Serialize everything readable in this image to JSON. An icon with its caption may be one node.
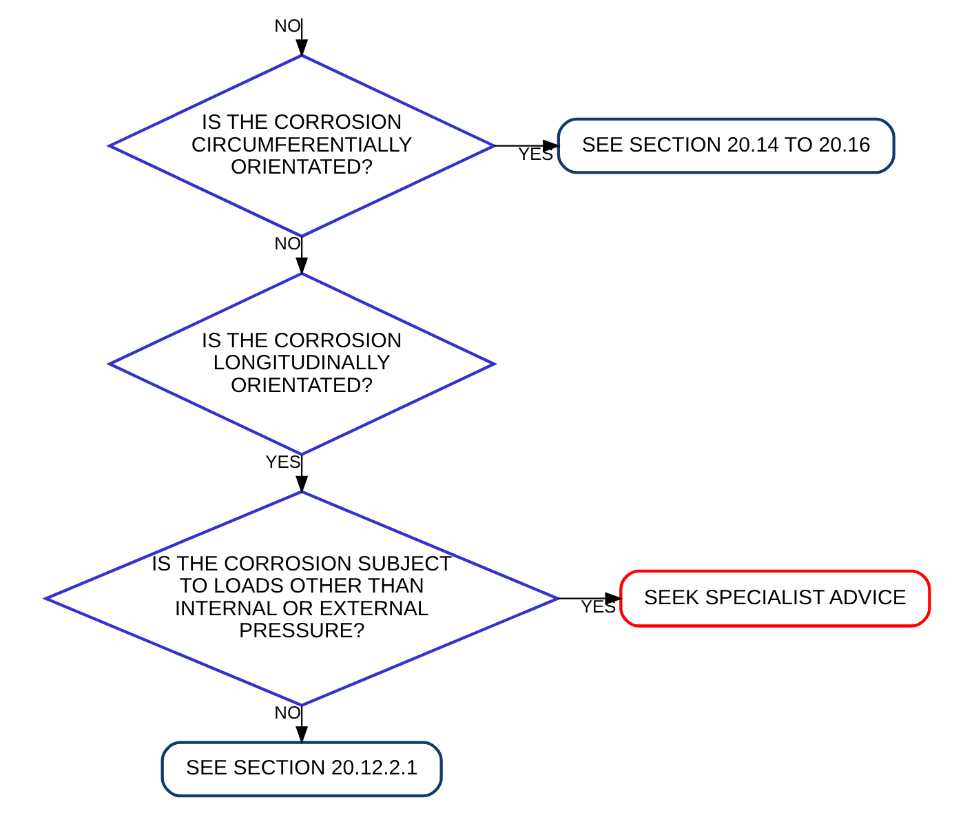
{
  "diagram": {
    "nodes": [
      {
        "text": [
          "IS THE CORROSION CIRCUMFERENTIALLY ORIENTATED?"
        ]
      },
      {
        "text": [
          "SEE SECTION 20.14 TO 20.16"
        ]
      },
      {
        "text": [
          "IS THE CORROSION LONGITUDINALLY ORIENTATED?"
        ]
      },
      {
        "text": [
          "IS THE CORROSION SUBJECT TO LOADS OTHER THAN INTERNAL OR EXTERNAL PRESSURE?"
        ]
      },
      {
        "text": [
          "SEEK SPECIALIST ADVICE"
        ]
      },
      {
        "text": [
          "SEE SECTION 20.12.2.1"
        ]
      }
    ],
    "edges": [
      {
        "from": null,
        "to": 0,
        "arrow": "to",
        "label": "NO"
      },
      {
        "from": 0,
        "to": 1,
        "arrow": "to",
        "label": "YES"
      },
      {
        "from": 0,
        "to": 2,
        "arrow": "to",
        "label": "NO"
      },
      {
        "from": 2,
        "to": 3,
        "arrow": "to",
        "label": "YES"
      },
      {
        "from": 3,
        "to": 4,
        "arrow": "to",
        "label": "YES"
      },
      {
        "from": 3,
        "to": 5,
        "arrow": "to",
        "label": "NO"
      }
    ]
  }
}
